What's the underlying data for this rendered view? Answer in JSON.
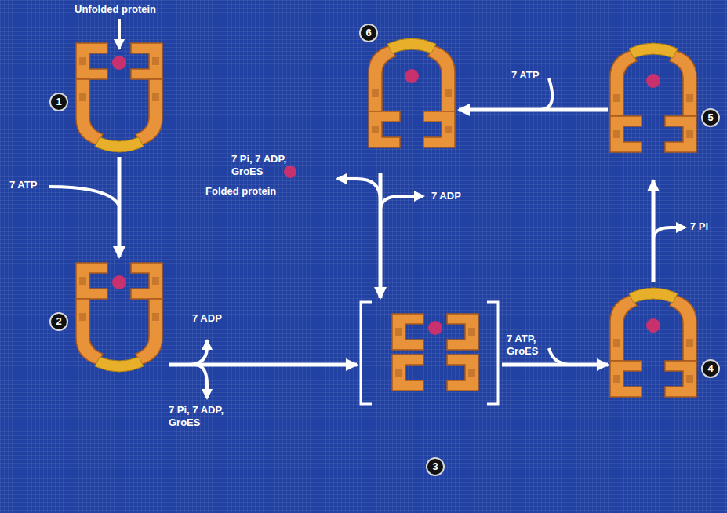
{
  "diagram": {
    "nodes": [
      {
        "text": [
          "1"
        ]
      },
      {
        "text": [
          "2"
        ]
      },
      {
        "text": [
          "3"
        ]
      },
      {
        "text": [
          "4"
        ]
      },
      {
        "text": [
          "5"
        ]
      },
      {
        "text": [
          "6"
        ]
      }
    ],
    "edges": [
      {
        "from": 0,
        "to": 1,
        "arrow": "to",
        "label": "7 ATP"
      },
      {
        "from": 1,
        "to": 2,
        "arrow": "to"
      },
      {
        "from": 2,
        "to": 3,
        "arrow": "to",
        "label": "7 ATP, GroES"
      },
      {
        "from": 3,
        "to": 4,
        "arrow": "to"
      },
      {
        "from": 4,
        "to": 5,
        "arrow": "to",
        "label": "7 ATP"
      },
      {
        "from": 5,
        "to": 2,
        "arrow": "to"
      }
    ],
    "labels": [
      "Unfolded protein",
      "7 Pi, 7 ADP, GroES",
      "Folded protein",
      "7 ADP",
      "7 ADP",
      "7 Pi, 7 ADP, GroES",
      "7 Pi"
    ]
  }
}
